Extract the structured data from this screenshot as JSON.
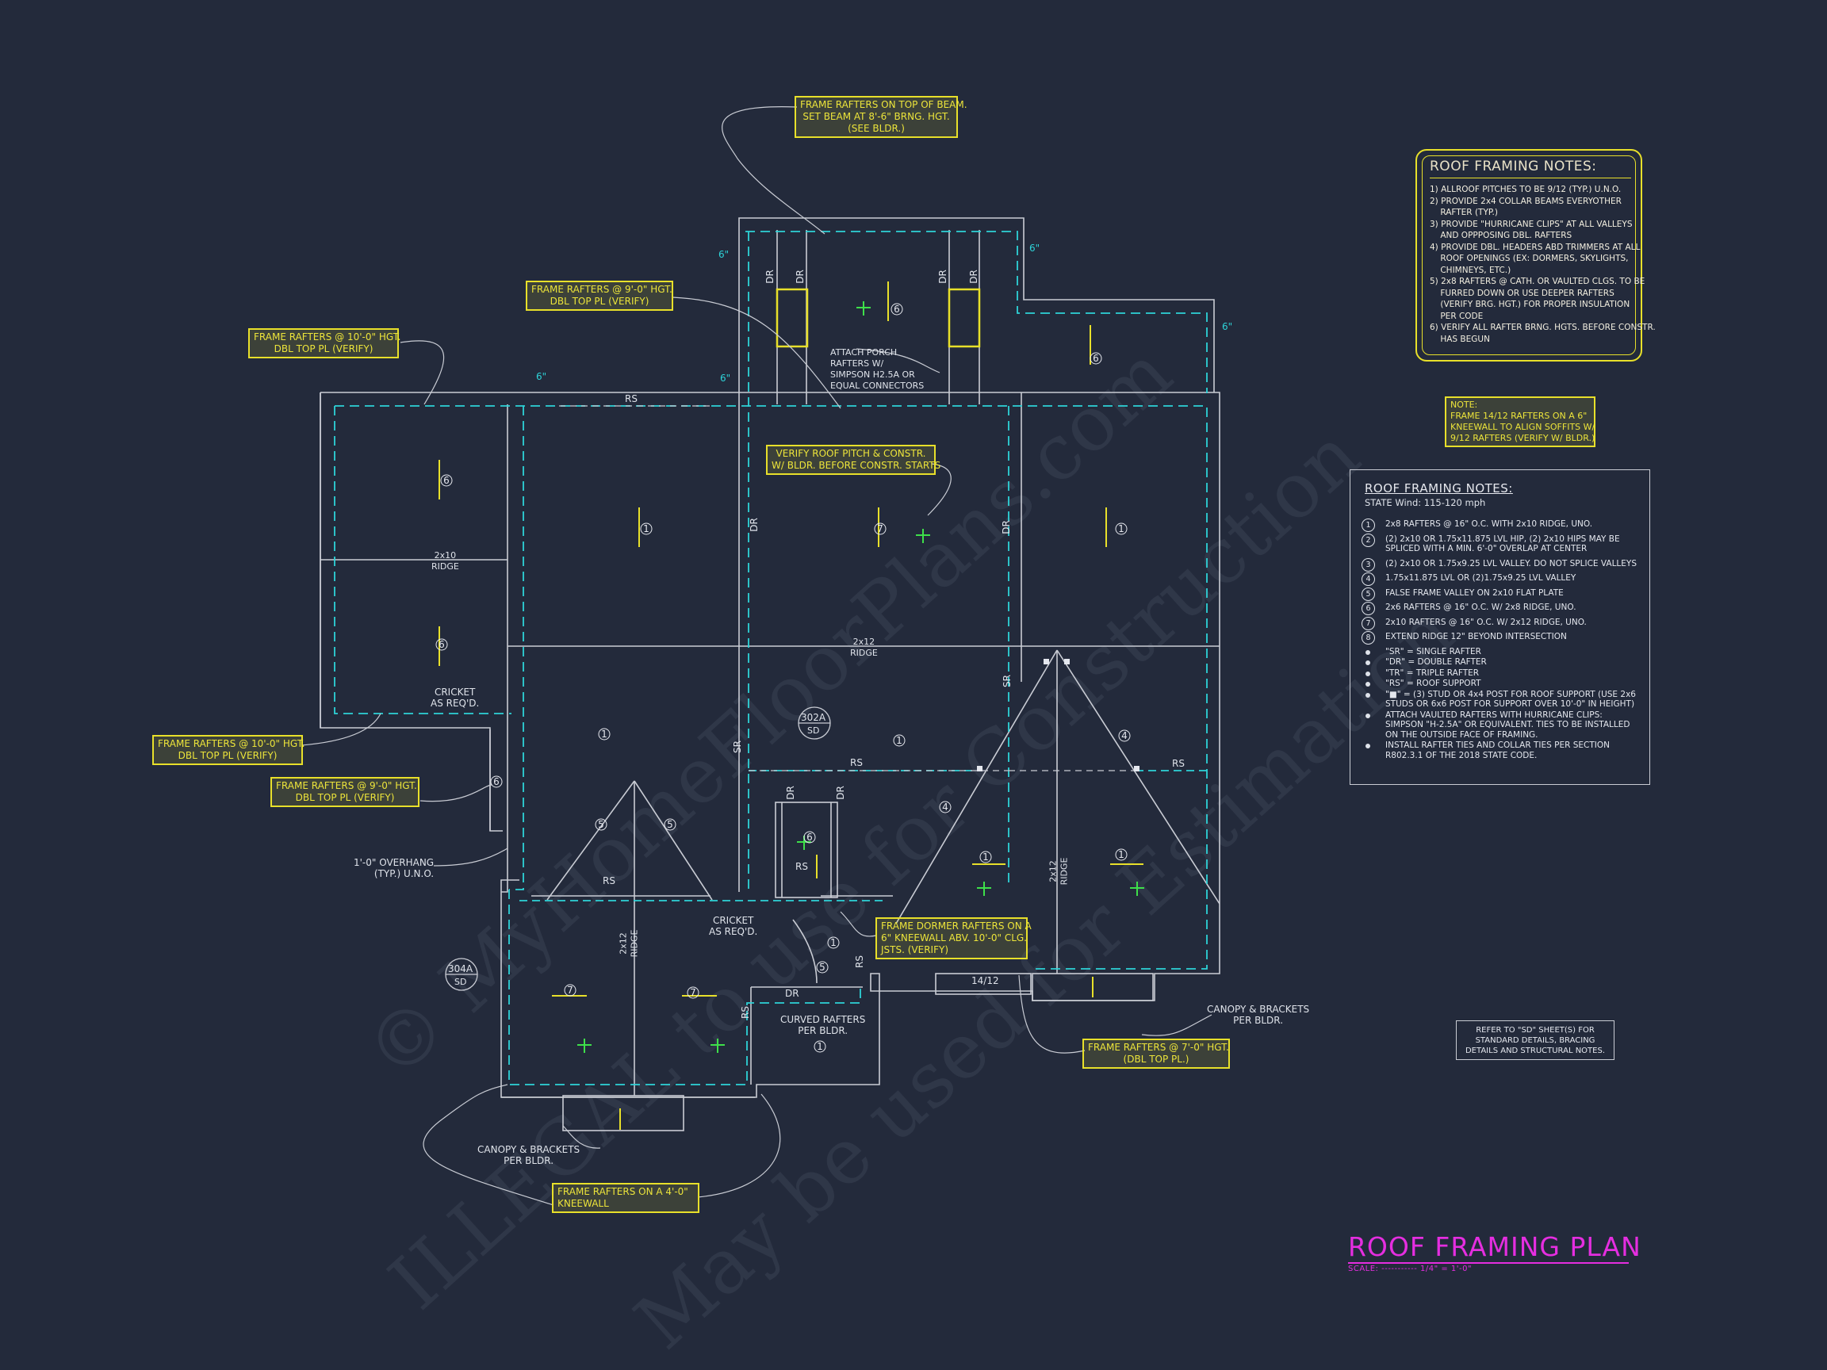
{
  "watermark": {
    "line1": "© MyHomeFloorPlans.com",
    "line2": "ILLEGAL to use for Construction",
    "line3": "May be used for Estimation"
  },
  "callouts": {
    "frame_on_beam": "FRAME RAFTERS ON TOP OF BEAM.\nSET BEAM AT 8'-6\" BRNG. HGT.\n(SEE BLDR.)",
    "frame_9_top": "FRAME RAFTERS @ 9'-0\" HGT.\nDBL TOP PL (VERIFY)",
    "frame_10_top": "FRAME RAFTERS @ 10'-0\" HGT.\nDBL TOP PL (VERIFY)",
    "verify_pitch": "VERIFY ROOF PITCH & CONSTR.\nW/ BLDR. BEFORE CONSTR. STARTS",
    "frame_10_left": "FRAME RAFTERS @ 10'-0\" HGT.\nDBL TOP PL (VERIFY)",
    "frame_9_left": "FRAME RAFTERS @ 9'-0\" HGT.\nDBL TOP PL (VERIFY)",
    "frame_dormer": "FRAME DORMER RAFTERS ON A\n6\" KNEEWALL ABV. 10'-0\" CLG.\nJSTS. (VERIFY)",
    "frame_7_top": "FRAME RAFTERS @ 7'-0\" HGT.\n(DBL TOP PL.)",
    "frame_kneewall": "FRAME RAFTERS ON A 4'-0\"\nKNEEWALL",
    "note_14_12": "NOTE:\nFRAME 14/12 RAFTERS ON A 6\"\nKNEEWALL TO ALIGN SOFFITS W/\n9/12 RAFTERS (VERIFY W/ BLDR.)"
  },
  "labels": {
    "attach_porch": "ATTACH PORCH\nRAFTERS W/\nSIMPSON H2.5A OR\nEQUAL CONNECTORS",
    "ridge_2x10": "2x10\nRIDGE",
    "ridge_2x12": "2x12\nRIDGE",
    "cricket_1": "CRICKET\nAS REQ'D.",
    "cricket_2": "CRICKET\nAS REQ'D.",
    "overhang": "1'-0\" OVERHANG\n(TYP.) U.N.O.",
    "curved": "CURVED RAFTERS\nPER BLDR.",
    "canopy_1": "CANOPY & BRACKETS\nPER BLDR.",
    "canopy_2": "CANOPY & BRACKETS\nPER BLDR.",
    "tag_302a": "302A",
    "tag_304a": "304A",
    "tag_sd": "SD",
    "pitch_14_12": "14/12",
    "rs": "RS",
    "dr": "DR",
    "sr": "SR",
    "six_in": "6\""
  },
  "roof_notes_yellow": {
    "title": "ROOF FRAMING NOTES:",
    "items": [
      "1) ALLROOF PITCHES TO BE 9/12 (TYP.) U.N.O.",
      "2) PROVIDE 2x4 COLLAR BEAMS EVERYOTHER\n    RAFTER (TYP.)",
      "3) PROVIDE \"HURRICANE CLIPS\" AT ALL VALLEYS\n    AND OPPPOSING DBL. RAFTERS",
      "4) PROVIDE DBL. HEADERS ABD TRIMMERS AT ALL\n    ROOF OPENINGS (EX: DORMERS, SKYLIGHTS,\n    CHIMNEYS, ETC.)",
      "5) 2x8 RAFTERS @ CATH. OR VAULTED CLGS. TO BE\n    FURRED DOWN OR USE DEEPER RAFTERS\n    (VERIFY BRG. HGT.) FOR PROPER INSULATION\n    PER CODE",
      "6) VERIFY ALL RAFTER BRNG. HGTS. BEFORE CONSTR.\n    HAS BEGUN"
    ]
  },
  "roof_notes_legend": {
    "title": "ROOF FRAMING NOTES:",
    "wind": "STATE Wind: 115-120 mph",
    "numbered": [
      {
        "num": "1",
        "text": "2x8 RAFTERS @ 16\" O.C. WITH 2x10 RIDGE, UNO."
      },
      {
        "num": "2",
        "text": "(2) 2x10 OR 1.75x11.875 LVL HIP, (2) 2x10 HIPS MAY BE SPLICED WITH A MIN. 6'-0\" OVERLAP AT CENTER"
      },
      {
        "num": "3",
        "text": "(2) 2x10 OR 1.75x9.25 LVL VALLEY. DO NOT SPLICE VALLEYS"
      },
      {
        "num": "4",
        "text": "1.75x11.875 LVL OR (2)1.75x9.25 LVL VALLEY"
      },
      {
        "num": "5",
        "text": "FALSE FRAME VALLEY ON 2x10 FLAT PLATE"
      },
      {
        "num": "6",
        "text": "2x6 RAFTERS @ 16\" O.C. W/ 2x8 RIDGE, UNO."
      },
      {
        "num": "7",
        "text": "2x10 RAFTERS @ 16\" O.C. W/ 2x12 RIDGE, UNO."
      },
      {
        "num": "8",
        "text": "EXTEND RIDGE 12\" BEYOND INTERSECTION"
      }
    ],
    "bullets": [
      "\"SR\" = SINGLE RAFTER",
      "\"DR\" = DOUBLE RAFTER",
      "\"TR\" = TRIPLE RAFTER",
      "\"RS\" = ROOF SUPPORT",
      "\"■\" = (3) STUD OR 4x4 POST FOR ROOF SUPPORT (USE 2x6 STUDS OR 6x6 POST FOR SUPPORT OVER 10'-0\" IN HEIGHT)",
      "ATTACH VAULTED RAFTERS WITH HURRICANE CLIPS: SIMPSON \"H-2.5A\" OR EQUIVALENT. TIES TO BE INSTALLED ON THE OUTSIDE FACE OF FRAMING.",
      "INSTALL RAFTER TIES AND COLLAR TIES PER SECTION R802.3.1 OF THE 2018 STATE CODE."
    ]
  },
  "reference": "REFER TO \"SD\" SHEET(S) FOR\nSTANDARD DETAILS, BRACING\nDETAILS AND STRUCTURAL NOTES.",
  "title": {
    "text": "ROOF FRAMING PLAN",
    "scale": "SCALE: ----------- 1/4\" = 1'-0\""
  },
  "colors": {
    "background": "#232a3b",
    "outline": "#c9ccd4",
    "dashed": "#2ed3d8",
    "note_yellow": "#e8e02a",
    "title_magenta": "#e52ee0",
    "pitch_green": "#3ee04a"
  }
}
